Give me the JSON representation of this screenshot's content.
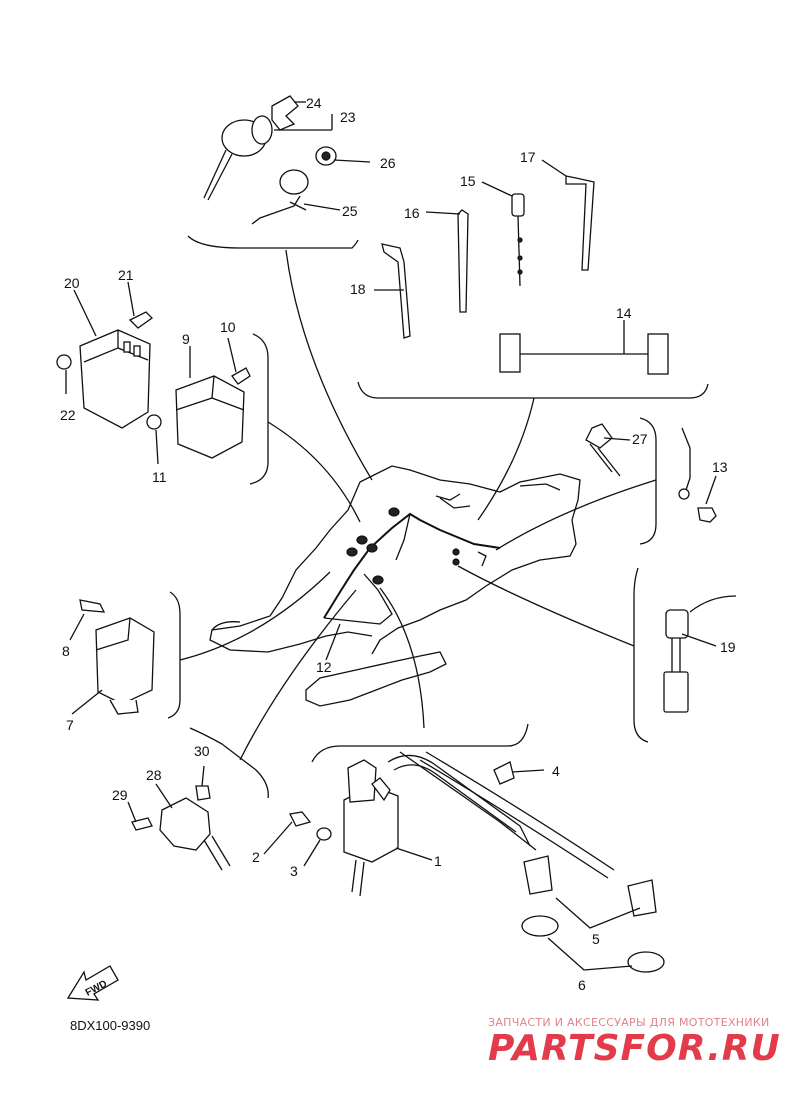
{
  "diagram": {
    "callouts": [
      "1",
      "2",
      "3",
      "4",
      "5",
      "6",
      "7",
      "8",
      "9",
      "10",
      "11",
      "12",
      "13",
      "14",
      "15",
      "16",
      "17",
      "18",
      "19",
      "20",
      "21",
      "22",
      "23",
      "24",
      "25",
      "26",
      "27",
      "28",
      "29",
      "30"
    ],
    "fwd_arrow_label": "FWD",
    "reference_code": "8DX100-9390"
  },
  "watermark": {
    "tagline": "ЗАПЧАСТИ И АКСЕССУАРЫ ДЛЯ МОТОТЕХНИКИ",
    "logo_text": "PARTSFOR.RU"
  }
}
